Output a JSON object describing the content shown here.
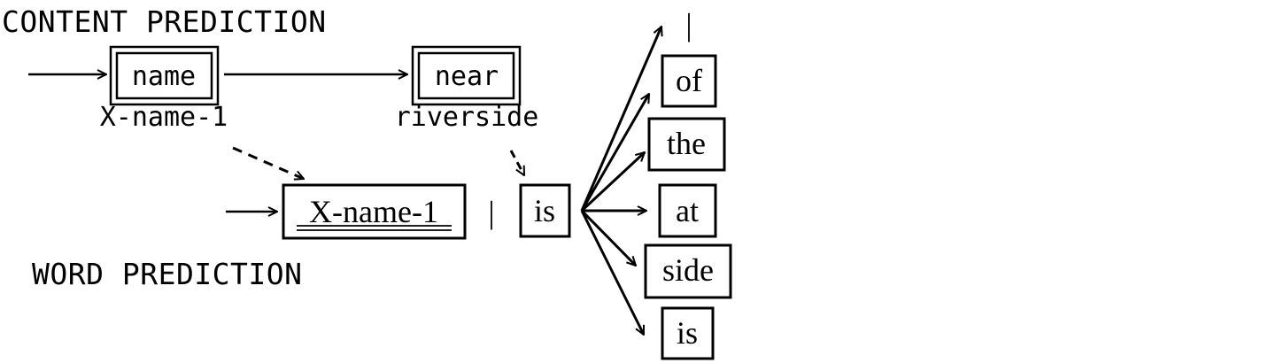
{
  "headings": {
    "content": "CONTENT PREDICTION",
    "word": "WORD PREDICTION"
  },
  "content_slots": [
    {
      "name": "name",
      "value": "X-name-1"
    },
    {
      "name": "near",
      "value": "riverside"
    }
  ],
  "word_sequence": {
    "prefix": "X-name-1",
    "separator": "|",
    "current": "is"
  },
  "candidates": [
    "of",
    "the",
    "at",
    "side",
    "is"
  ],
  "candidate_marker": "|"
}
